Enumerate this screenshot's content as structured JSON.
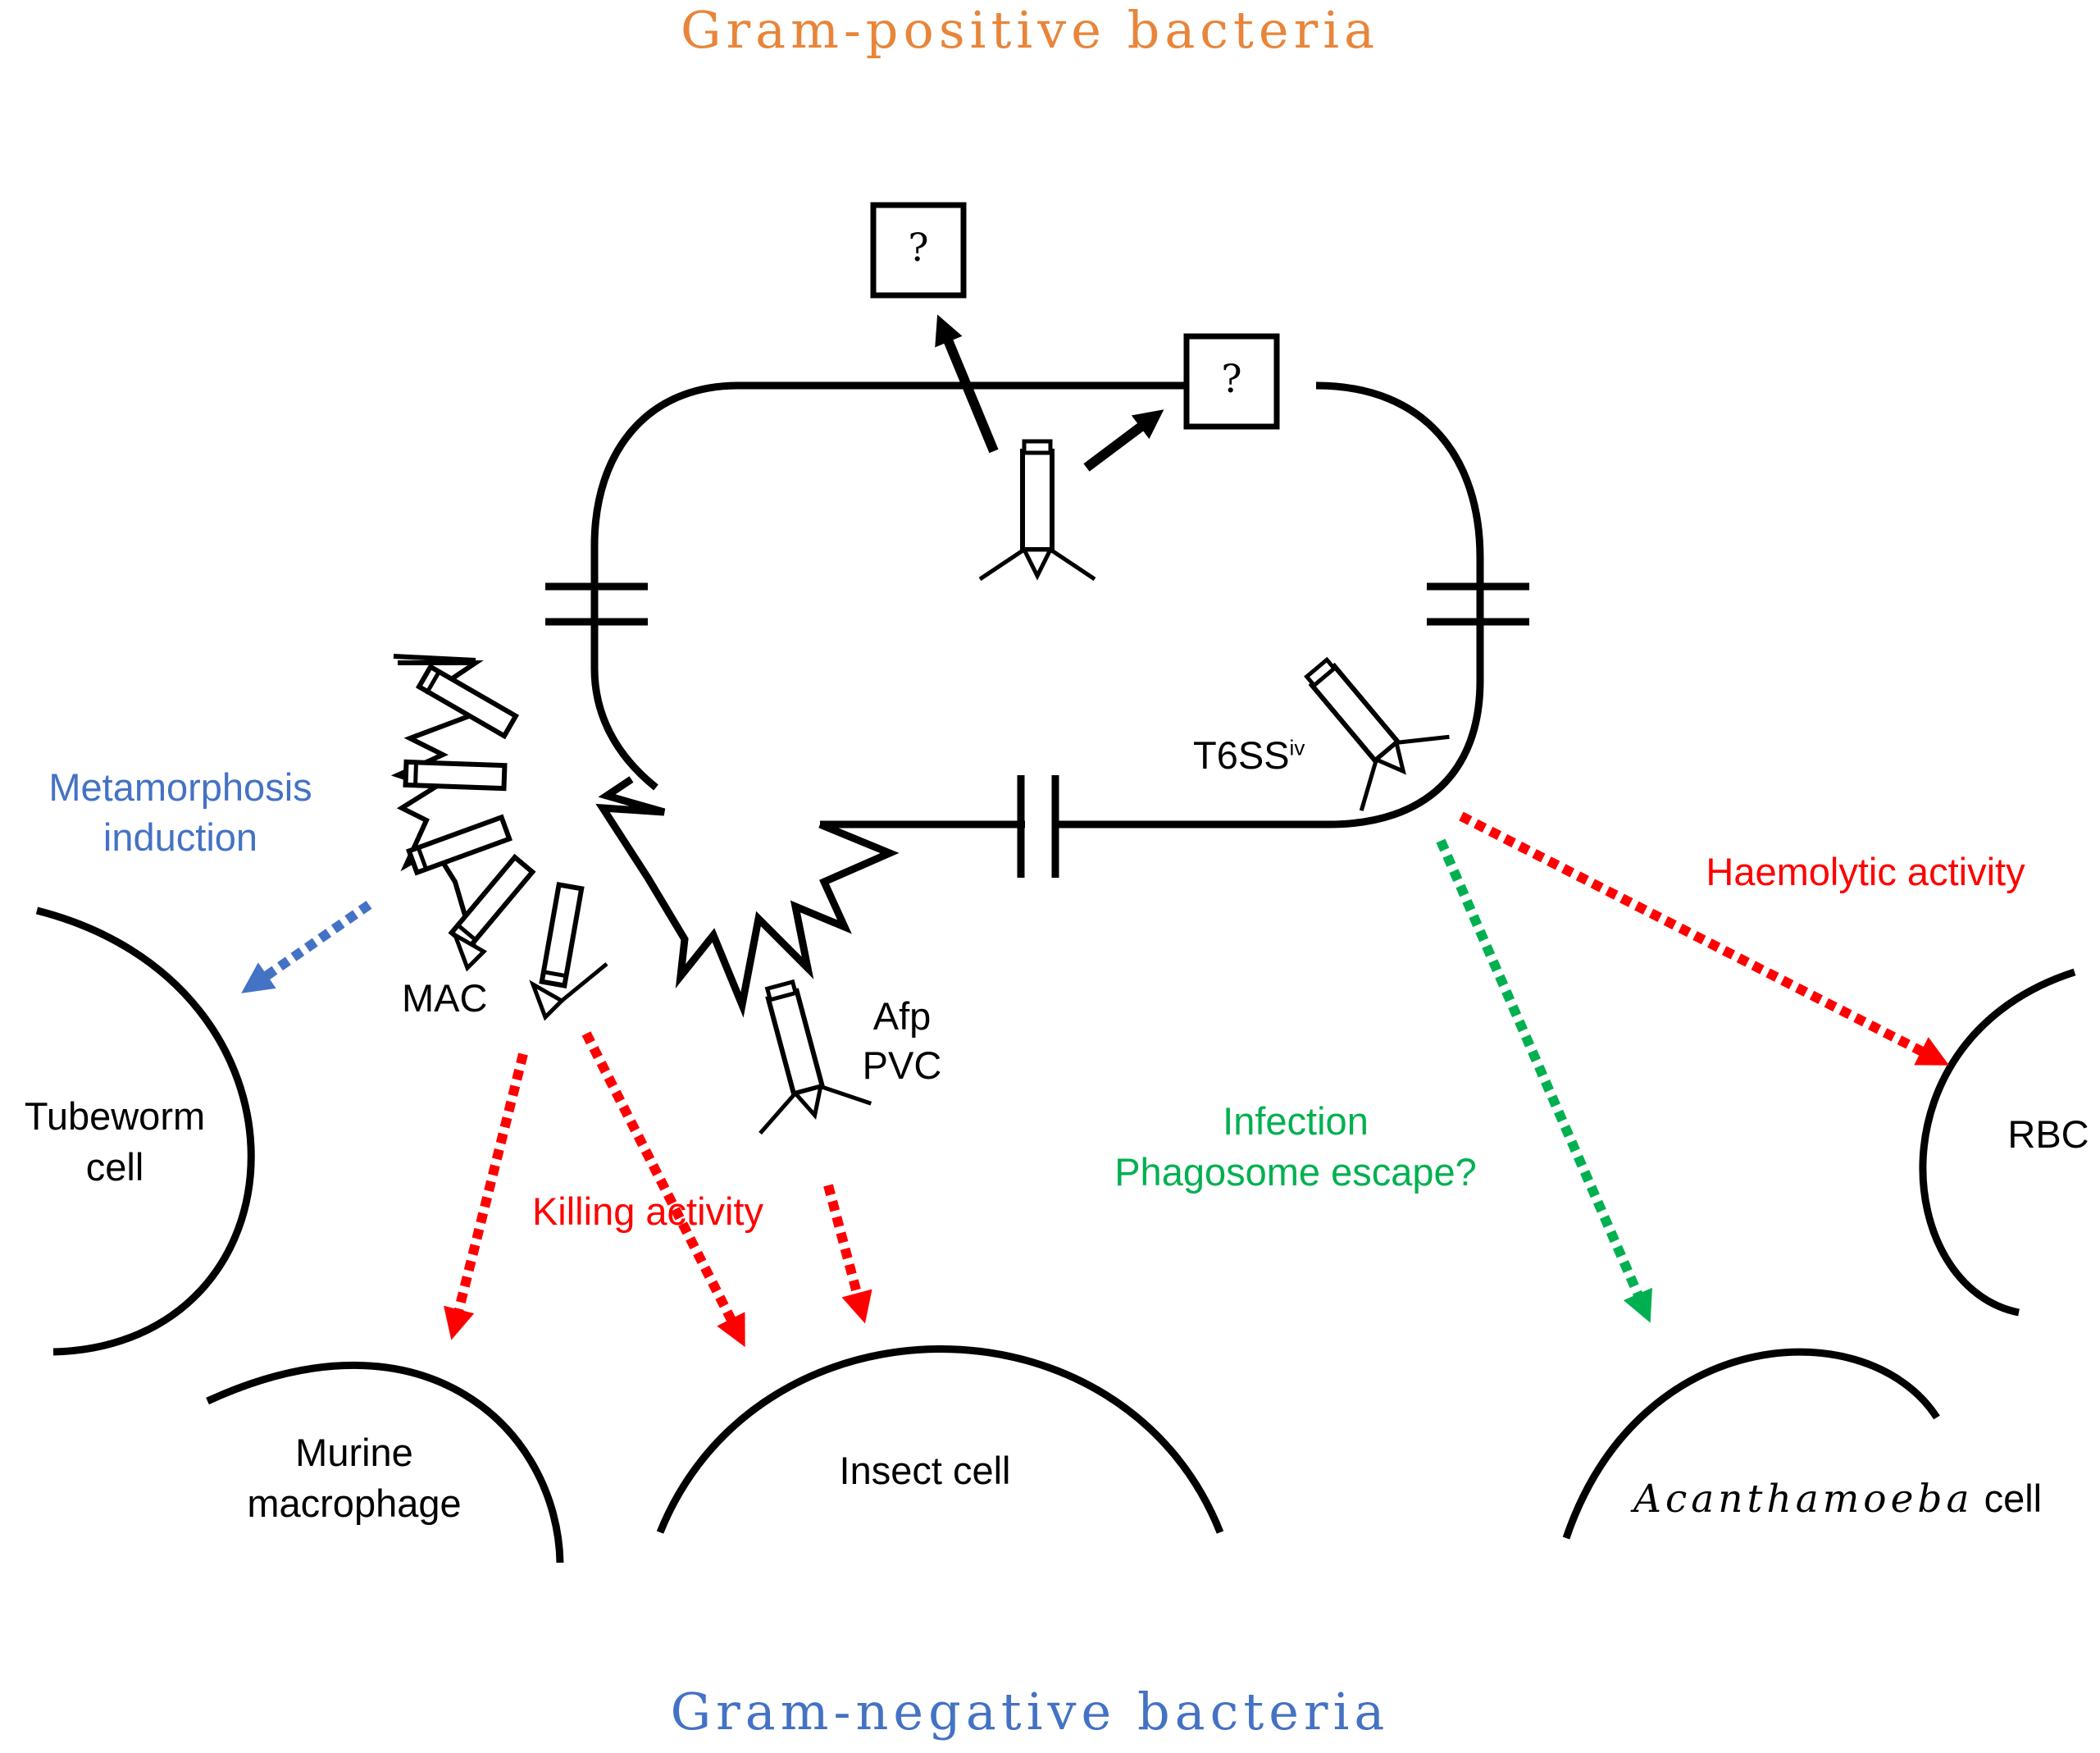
{
  "titles": {
    "top": "Gram-positive bacteria",
    "bottom": "Gram-negative bacteria"
  },
  "question_marks": [
    "?",
    "?"
  ],
  "labels": {
    "t6ss": "T6SS",
    "t6ss_sup": "iv",
    "mac": "MAC",
    "afp": "Afp",
    "pvc": "PVC",
    "metamorphosis_1": "Metamorphosis",
    "metamorphosis_2": "induction",
    "killing": "Killing activity",
    "infection_1": "Infection",
    "infection_2": "Phagosome escape?",
    "haemolytic": "Haemolytic activity"
  },
  "cells": {
    "tubeworm_1": "Tubeworm",
    "tubeworm_2": "cell",
    "murine_1": "Murine",
    "murine_2": "macrophage",
    "insect": "Insect cell",
    "acanthamoeba": "Acanthamoeba",
    "acanthamoeba_suffix": " cell",
    "rbc": "RBC"
  },
  "colors": {
    "gram_positive": "#E8853A",
    "gram_negative": "#4472C4",
    "metamorphosis": "#4472C4",
    "killing": "#FF0000",
    "infection": "#00B050",
    "haemolytic": "#FF0000"
  }
}
